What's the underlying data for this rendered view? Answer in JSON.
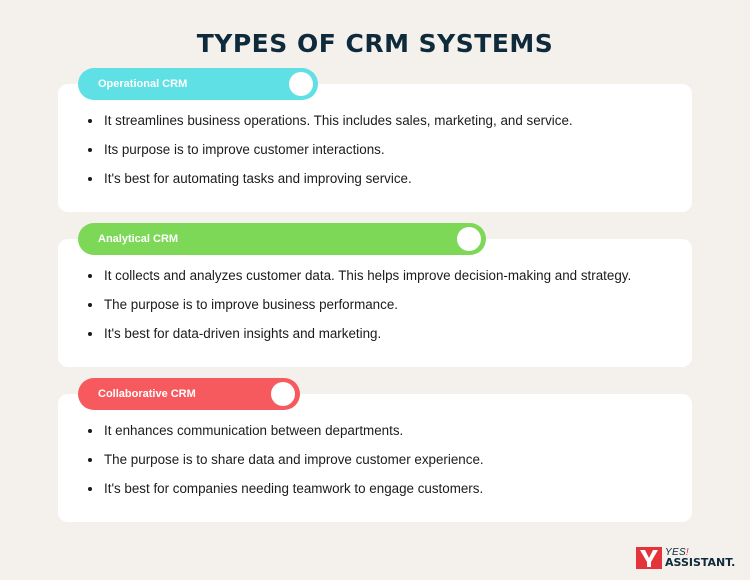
{
  "title": "TYPES OF CRM SYSTEMS",
  "colors": {
    "background": "#f4f1ec",
    "title": "#0e2a3b",
    "operational": "#5ee0e4",
    "analytical": "#7dd858",
    "collaborative": "#f65a5e"
  },
  "sections": [
    {
      "label": "Operational CRM",
      "bullets": [
        "It streamlines business operations. This includes sales, marketing, and service.",
        "Its purpose is to improve customer interactions.",
        "It's best for automating tasks and improving service."
      ]
    },
    {
      "label": "Analytical CRM",
      "bullets": [
        "It collects and analyzes customer data. This helps improve decision-making and strategy.",
        "The purpose is to improve business performance.",
        "It's best for data-driven insights and marketing."
      ]
    },
    {
      "label": "Collaborative CRM",
      "bullets": [
        "It enhances communication between departments.",
        "The purpose is to share data and improve customer experience.",
        "It's best for companies needing teamwork to engage customers."
      ]
    }
  ],
  "logo": {
    "icon": "yes-assistant-logo-icon",
    "line1": "YES",
    "line1_mark": "!",
    "line2": "ASSISTANT."
  }
}
